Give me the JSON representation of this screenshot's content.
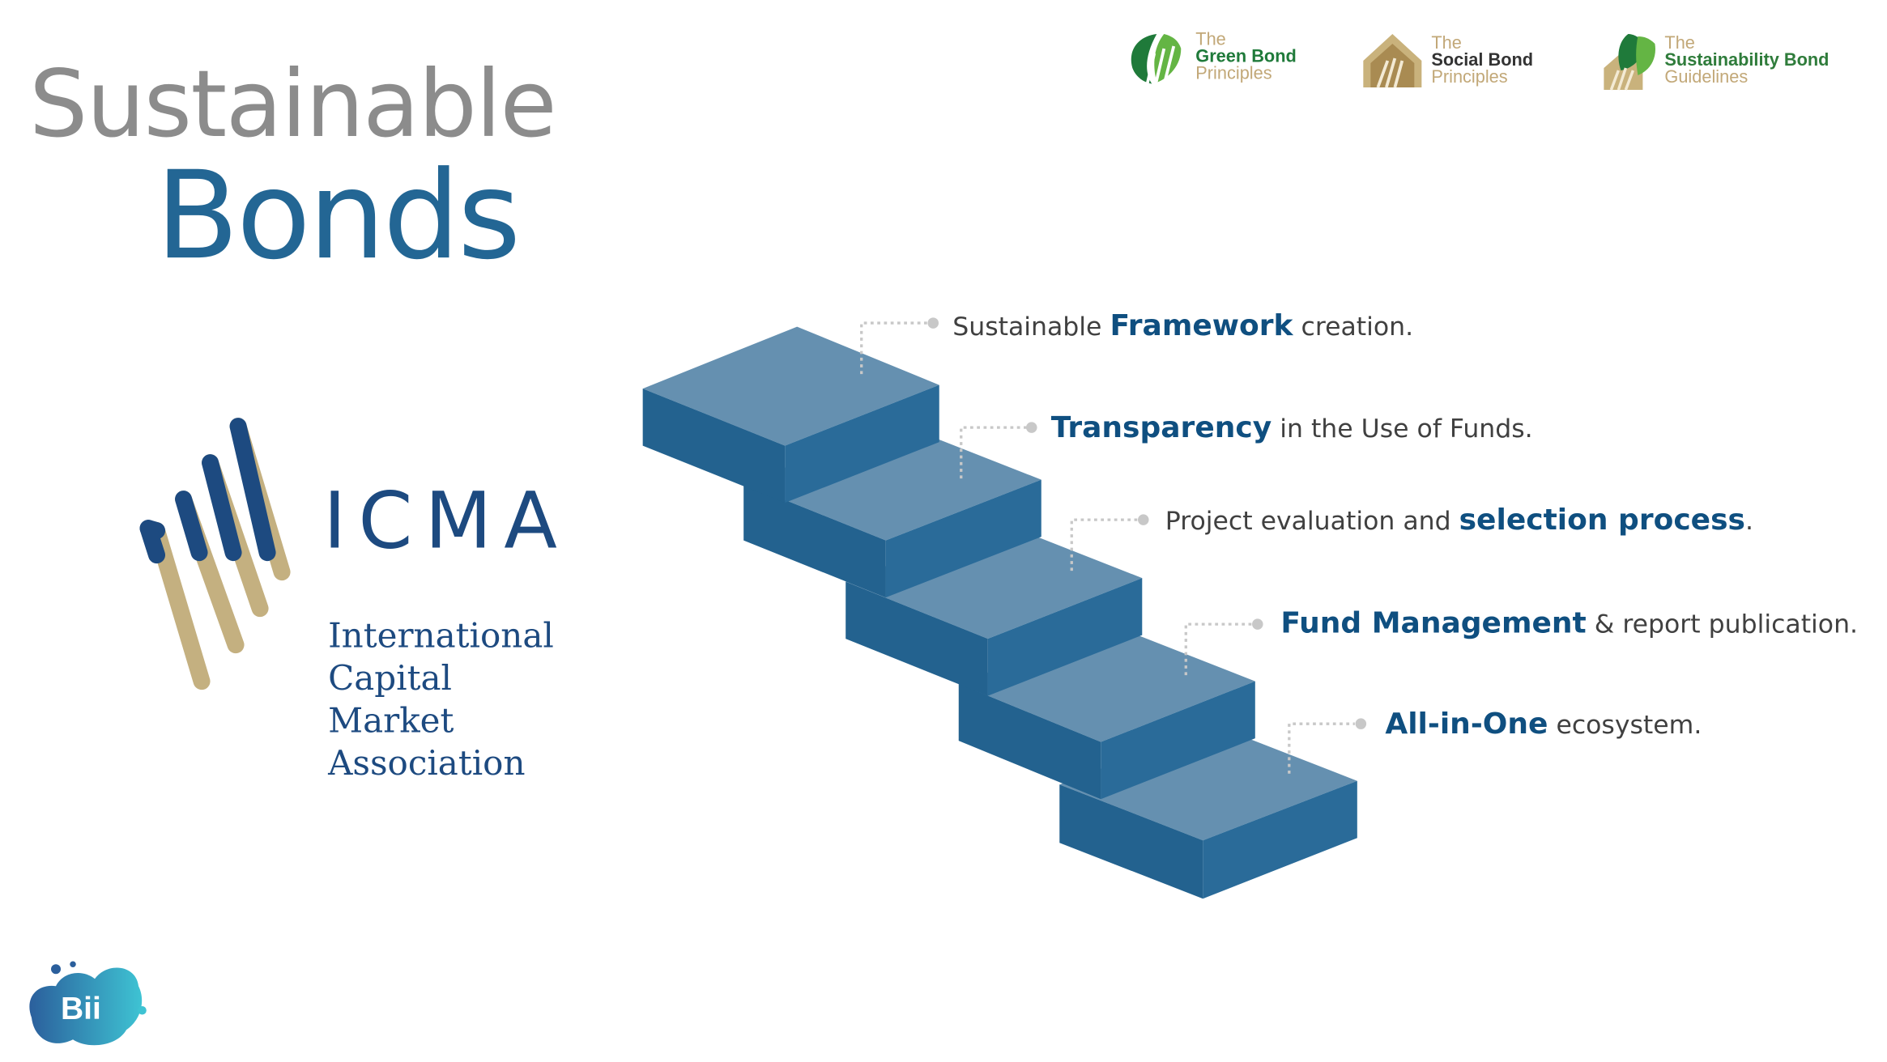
{
  "title": {
    "line1": "Sustainable",
    "line2": "Bonds"
  },
  "principles": [
    {
      "the": "The",
      "bold": "Green Bond",
      "sub": "Principles"
    },
    {
      "the": "The",
      "bold": "Social Bond",
      "sub": "Principles"
    },
    {
      "the": "The",
      "bold": "Sustainability Bond",
      "sub": "Guidelines"
    }
  ],
  "icma": {
    "acronym": "ICMA",
    "full_name": [
      "International",
      "Capital",
      "Market",
      "Association"
    ]
  },
  "steps": [
    {
      "before": "Sustainable ",
      "bold": "Framework",
      "after": " creation."
    },
    {
      "before": "",
      "bold": "Transparency",
      "after": " in the Use of Funds."
    },
    {
      "before": "Project evaluation and ",
      "bold": "selection process",
      "after": "."
    },
    {
      "before": "",
      "bold": "Fund Management",
      "after": " & report publication."
    },
    {
      "before": "",
      "bold": "All-in-One",
      "after": " ecosystem."
    }
  ],
  "footer_logo": {
    "text": "Bii"
  },
  "colors": {
    "title_grey": "#8c8c8c",
    "title_blue": "#236694",
    "step_top": "#6590b0",
    "step_side": "#23628f",
    "icma_blue": "#1d4a80",
    "icma_gold": "#c4b080",
    "connector": "#c8c8c8"
  }
}
